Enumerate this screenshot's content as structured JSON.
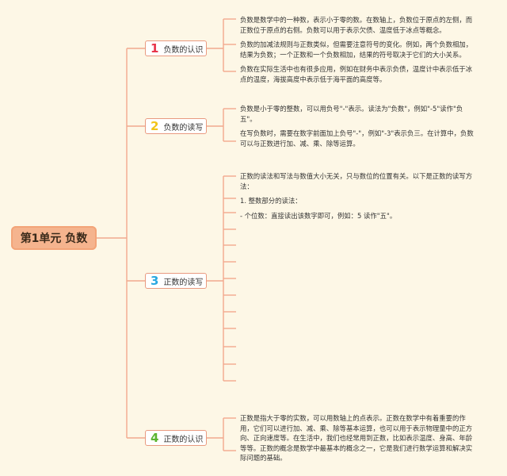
{
  "root": {
    "label": "第1单元 负数"
  },
  "branches": [
    {
      "number": "1",
      "number_color": "#e8344a",
      "label": "负数的认识",
      "paragraphs": [
        "负数是数学中的一种数，表示小于零的数。在数轴上，负数位于原点的左侧，而正数位于原点的右侧。负数可以用于表示欠债、温度低于冰点等概念。",
        "负数的加减法规则与正数类似，但需要注意符号的变化。例如，两个负数相加，结果为负数；一个正数和一个负数相加，结果的符号取决于它们的大小关系。",
        "负数在实际生活中也有很多应用，例如在财务中表示负债，温度计中表示低于冰点的温度，海拔高度中表示低于海平面的高度等。"
      ]
    },
    {
      "number": "2",
      "number_color": "#f2c418",
      "label": "负数的读写",
      "paragraphs": [
        "负数是小于零的整数，可以用负号\"-\"表示。读法为\"负数\"，例如\"-5\"读作\"负五\"。",
        "在写负数时，需要在数字前面加上负号\"-\"，例如\"-3\"表示负三。在计算中，负数可以与正数进行加、减、乘、除等运算。"
      ]
    },
    {
      "number": "3",
      "number_color": "#2aa8e0",
      "label": "正数的读写",
      "paragraphs": [
        "正数的读法和写法与数值大小无关，只与数位的位置有关。以下是正数的读写方法：",
        "1. 整数部分的读法：",
        "- 个位数：直接读出该数字即可，例如：5 读作\"五\"。"
      ]
    },
    {
      "number": "4",
      "number_color": "#5cb531",
      "label": "正数的认识",
      "paragraphs": [
        "正数是指大于零的实数，可以用数轴上的点表示。正数在数学中有着重要的作用，它们可以进行加、减、乘、除等基本运算，也可以用于表示物理量中的正方向、正向速度等。在生活中，我们也经常用到正数，比如表示温度、身高、年龄等等。正数的概念是数学中最基本的概念之一，它是我们进行数学运算和解决实际问题的基础。"
      ]
    }
  ],
  "colors": {
    "connector": "#f2a98e",
    "background": "#fdf7e6",
    "root_fill": "#f5b48e"
  }
}
